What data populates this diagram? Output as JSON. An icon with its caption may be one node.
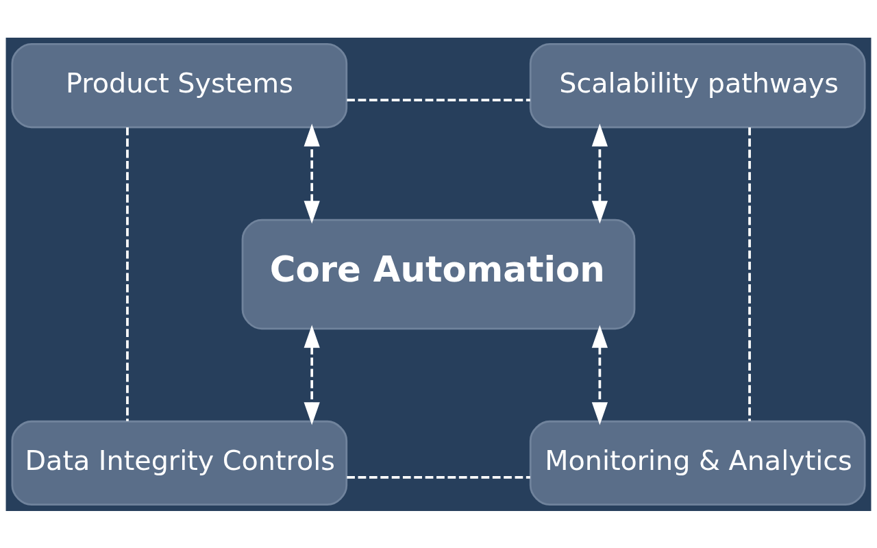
{
  "diagram": {
    "nodes": [
      {
        "text": [
          "Product Systems"
        ]
      },
      {
        "text": [
          "Scalability pathways"
        ]
      },
      {
        "text": [
          "Core Automation"
        ]
      },
      {
        "text": [
          "Data Integrity Controls"
        ]
      },
      {
        "text": [
          "Monitoring & Analytics"
        ]
      }
    ],
    "edges": [
      {
        "from": 2,
        "to": 0,
        "arrow": "both",
        "style": "dashed"
      },
      {
        "from": 2,
        "to": 1,
        "arrow": "both",
        "style": "dashed"
      },
      {
        "from": 2,
        "to": 3,
        "arrow": "both",
        "style": "dashed"
      },
      {
        "from": 2,
        "to": 4,
        "arrow": "both",
        "style": "dashed"
      },
      {
        "from": 0,
        "to": 1,
        "arrow": "none",
        "style": "dashed"
      },
      {
        "from": 0,
        "to": 3,
        "arrow": "none",
        "style": "dashed"
      },
      {
        "from": 3,
        "to": 4,
        "arrow": "none",
        "style": "dashed"
      },
      {
        "from": 1,
        "to": 4,
        "arrow": "none",
        "style": "dashed"
      }
    ]
  }
}
